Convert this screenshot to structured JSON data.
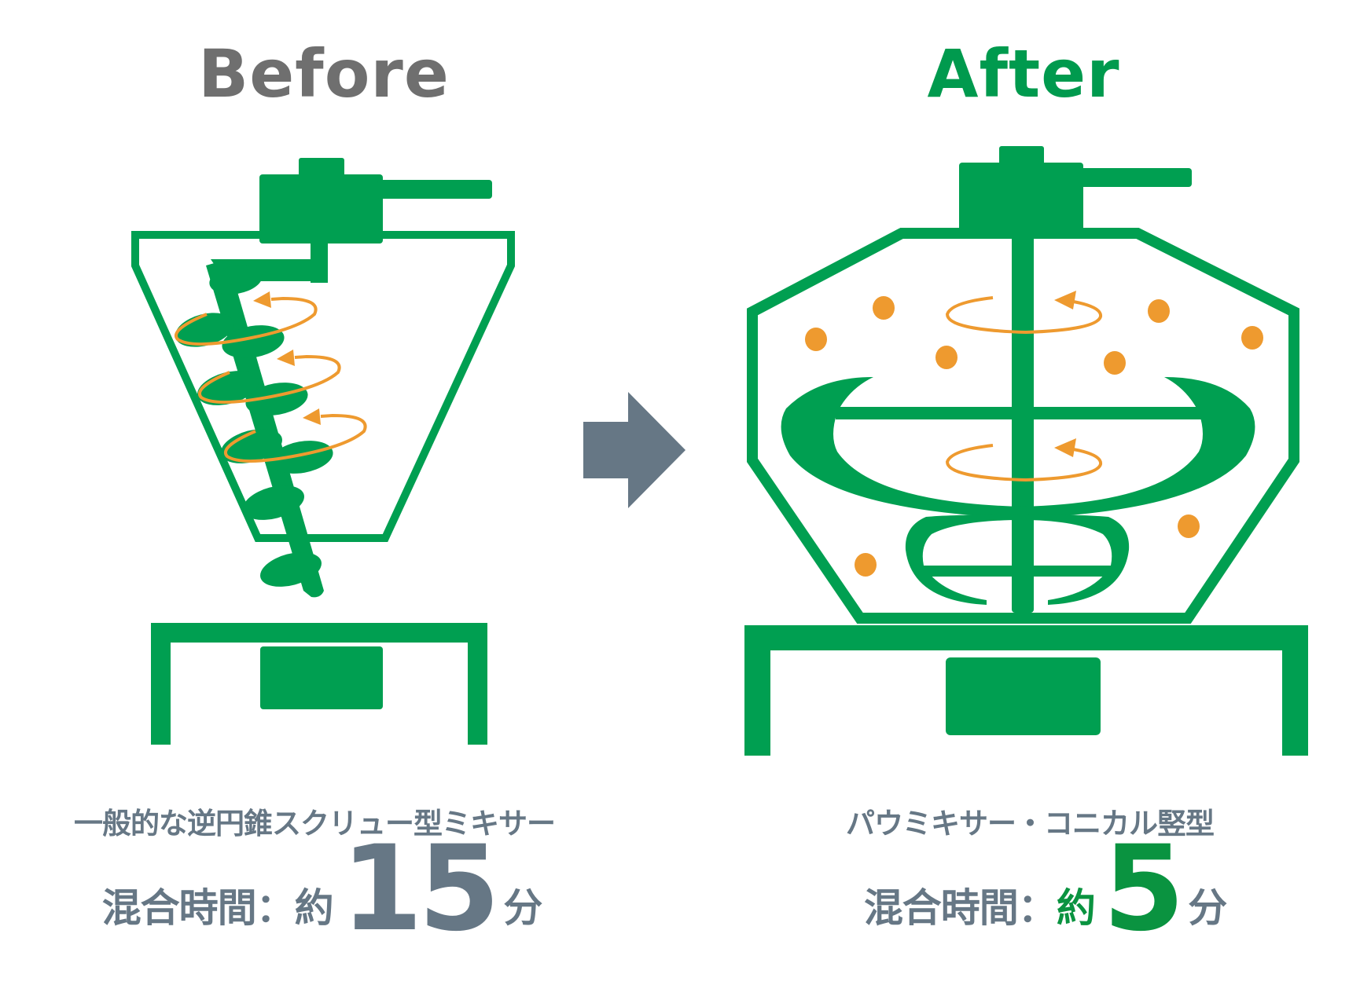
{
  "colors": {
    "machine_green": "#009f51",
    "flow_orange": "#ee9a2f",
    "arrow_slate": "#667785",
    "before_title": "#6f6f6f",
    "after_title": "#009a4e",
    "highlight_green": "#0a9340"
  },
  "before": {
    "title": "Before",
    "mixer_name": "一般的な逆円錐スクリュー型ミキサー",
    "time_label": "混合時間：約",
    "time_value": "15",
    "time_unit": "分",
    "icon": "inverted-cone-screw-mixer"
  },
  "transition": {
    "icon": "right-arrow"
  },
  "after": {
    "title": "After",
    "mixer_name": "パウミキサー・コニカル竪型",
    "time_label_main": "混合時間：",
    "time_label_highlight": "約",
    "time_value": "5",
    "time_unit": "分",
    "icon": "conical-vertical-ribbon-mixer"
  }
}
